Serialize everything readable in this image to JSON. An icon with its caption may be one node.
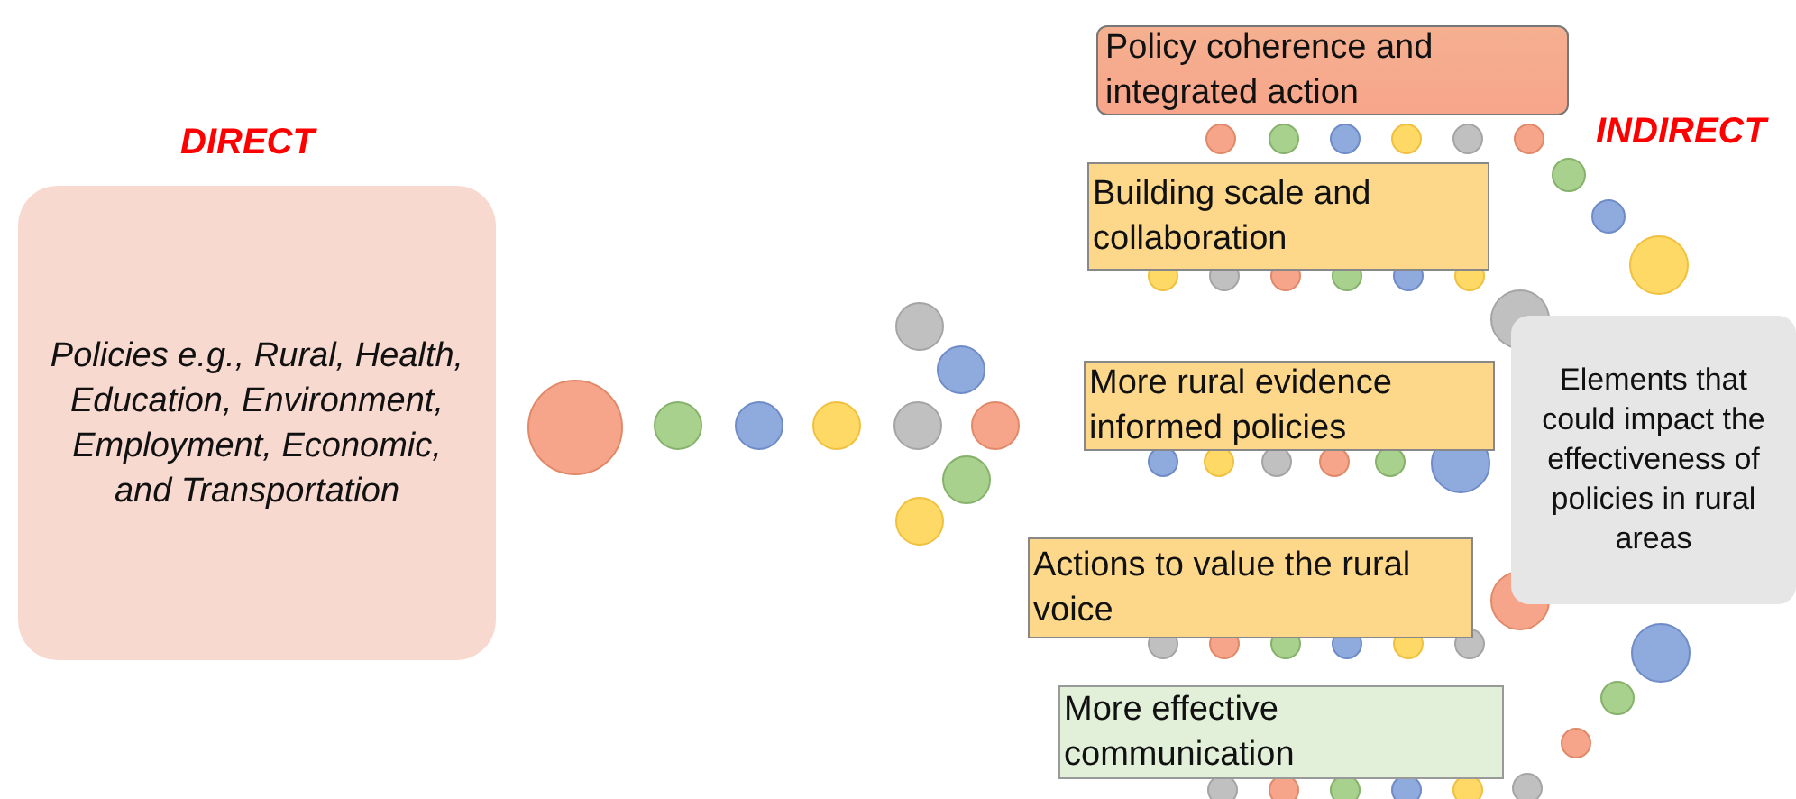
{
  "diagram": {
    "nodes": [
      {
        "text": [
          "Policies e.g., Rural, Health, Education, Environment, Employment, Economic, and Transportation"
        ]
      },
      {
        "text": [
          "Policy coherence and integrated action"
        ]
      },
      {
        "text": [
          "Building scale and collaboration"
        ]
      },
      {
        "text": [
          "More rural evidence informed policies"
        ]
      },
      {
        "text": [
          "Elements that could impact the effectiveness of policies in rural areas"
        ]
      },
      {
        "text": [
          "Actions to value the rural voice"
        ]
      },
      {
        "text": [
          "More effective communication"
        ]
      }
    ],
    "labels": [
      "DIRECT",
      "INDIRECT"
    ]
  }
}
